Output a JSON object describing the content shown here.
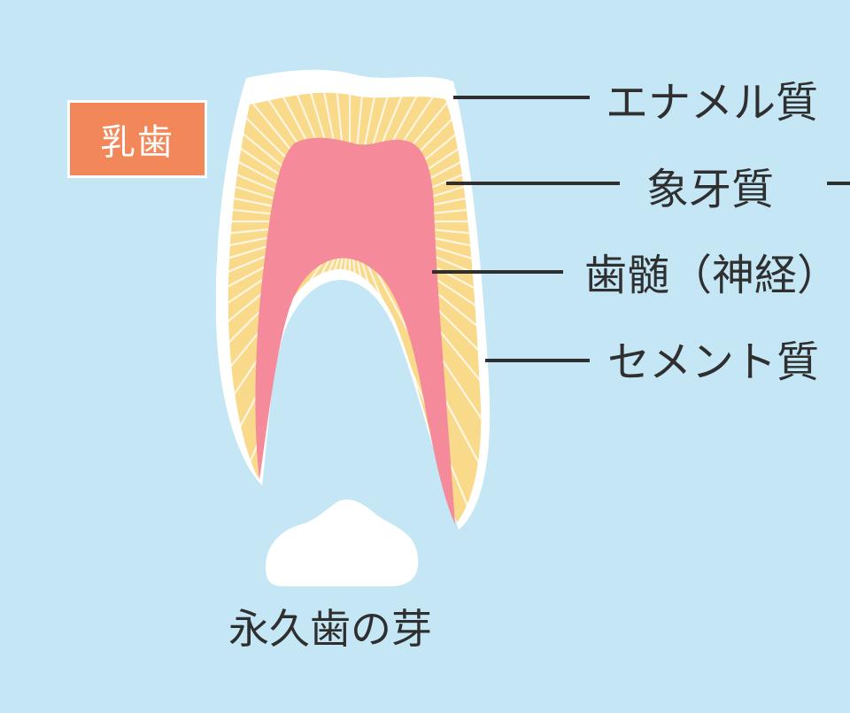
{
  "badge": {
    "label": "乳歯"
  },
  "labels": {
    "enamel": "エナメル質",
    "dentin": "象牙質",
    "pulp": "歯髄（神経）",
    "cementum": "セメント質",
    "permanent_bud": "永久歯の芽"
  },
  "colors": {
    "background": "#c4e6f5",
    "enamel": "#ffffff",
    "dentin": "#f9d98a",
    "pulp": "#f58a9a",
    "badge": "#f2885a",
    "line": "#2f2f2f",
    "text": "#2f2f2f"
  }
}
